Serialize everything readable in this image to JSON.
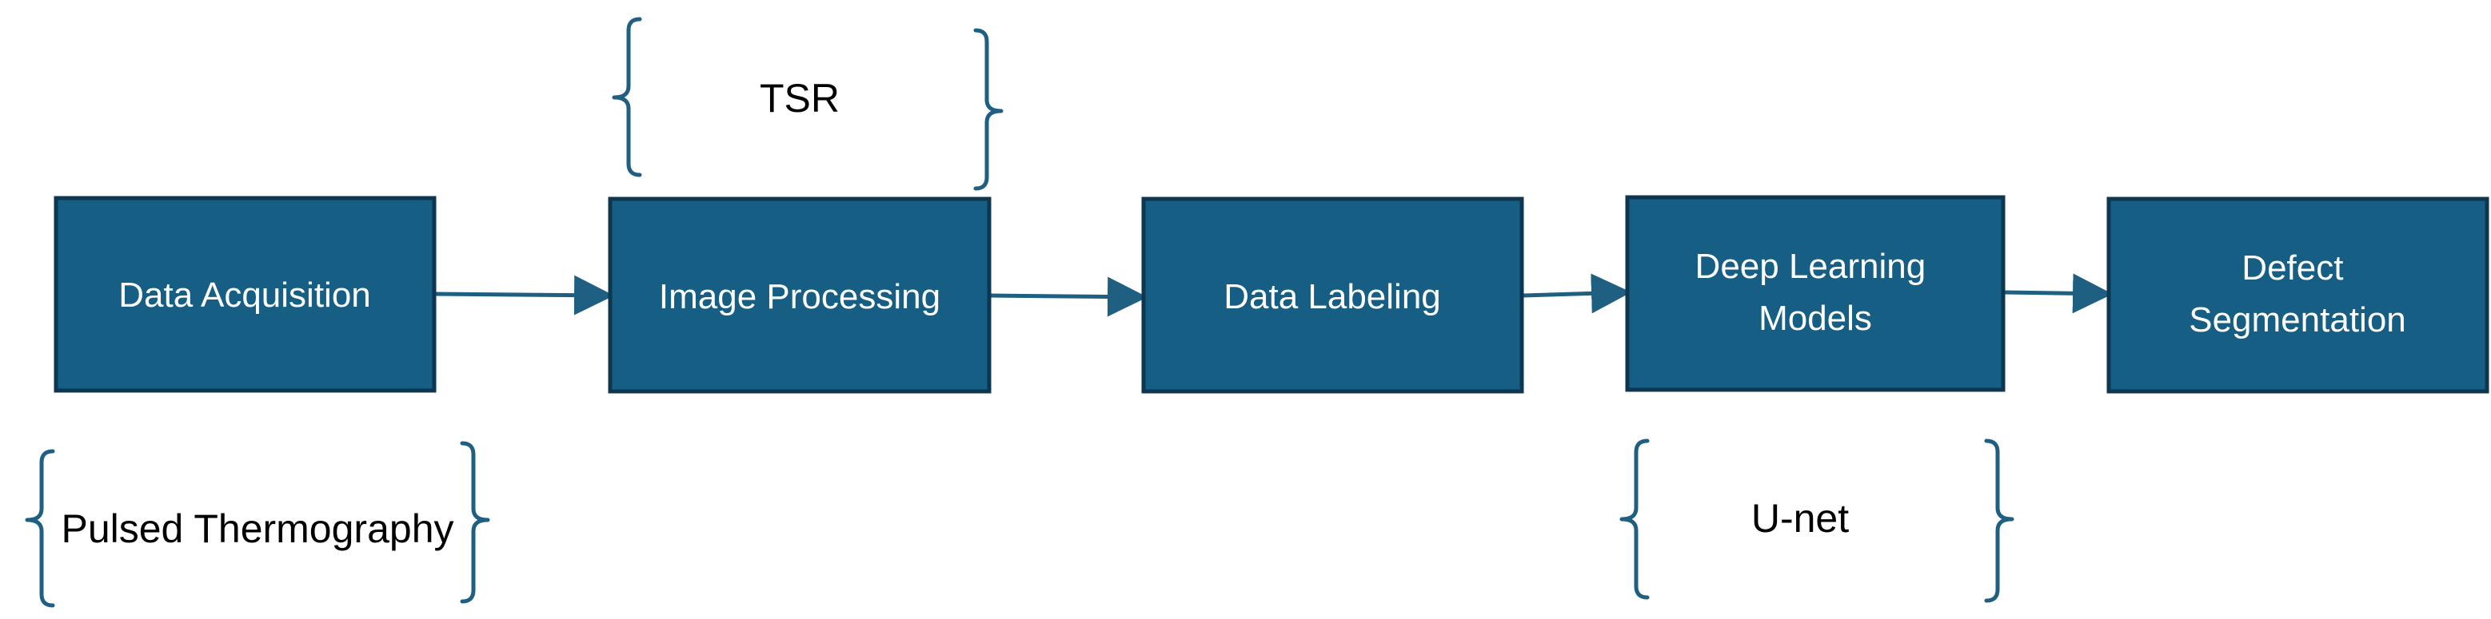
{
  "steps": [
    {
      "lines": [
        "Data Acquisition"
      ]
    },
    {
      "lines": [
        "Image Processing"
      ]
    },
    {
      "lines": [
        "Data Labeling"
      ]
    },
    {
      "lines": [
        "Deep Learning",
        "Models"
      ]
    },
    {
      "lines": [
        "Defect",
        "Segmentation"
      ]
    }
  ],
  "annotations": {
    "acquisition_method": "Pulsed Thermography",
    "processing_method": "TSR",
    "model_name": "U-net"
  },
  "colors": {
    "box_fill": "#165e83",
    "box_border": "#0d3650",
    "connector": "#1f5f82",
    "box_text": "#ffffff"
  }
}
